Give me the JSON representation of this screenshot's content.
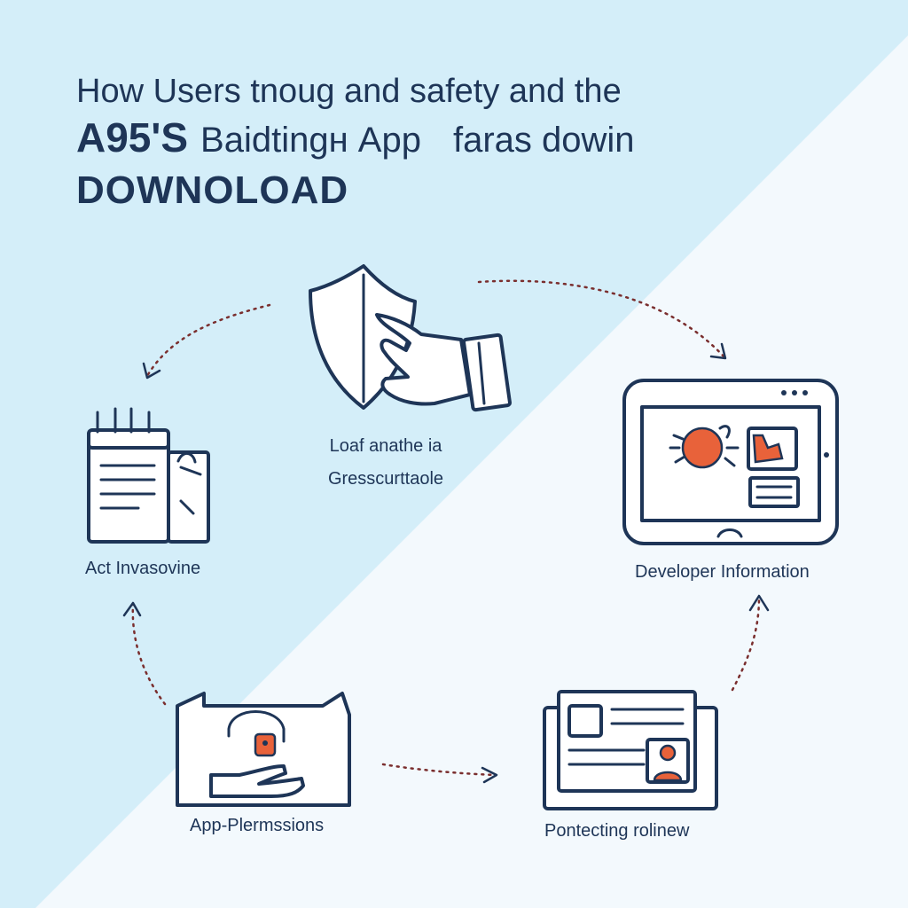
{
  "title": {
    "line1": "How Users  tnoug and safety and the",
    "line2_a": "A95'S",
    "line2_b": "Baidtingн App",
    "line2_c": "faras dowin",
    "line3": "DOWNOLOAD"
  },
  "nodes": {
    "shield": {
      "label_line1": "Loaf anathe ia",
      "label_line2": "Gresscurttaole",
      "icon": "shield-hand-icon"
    },
    "act": {
      "label": "Act Invasovine",
      "icon": "notepad-icon"
    },
    "developer": {
      "label": "Developer Information",
      "icon": "tablet-icon"
    },
    "permissions": {
      "label": "App-Plermssions",
      "icon": "lock-hand-icon"
    },
    "protecting": {
      "label": "Pontecting rolinew",
      "icon": "profile-card-icon"
    }
  },
  "colors": {
    "background_top": "#d4eef9",
    "background_bottom": "#f3f9fd",
    "ink": "#1e3557",
    "accent": "#e8623a",
    "arrow_dots": "#7a2e2e"
  }
}
